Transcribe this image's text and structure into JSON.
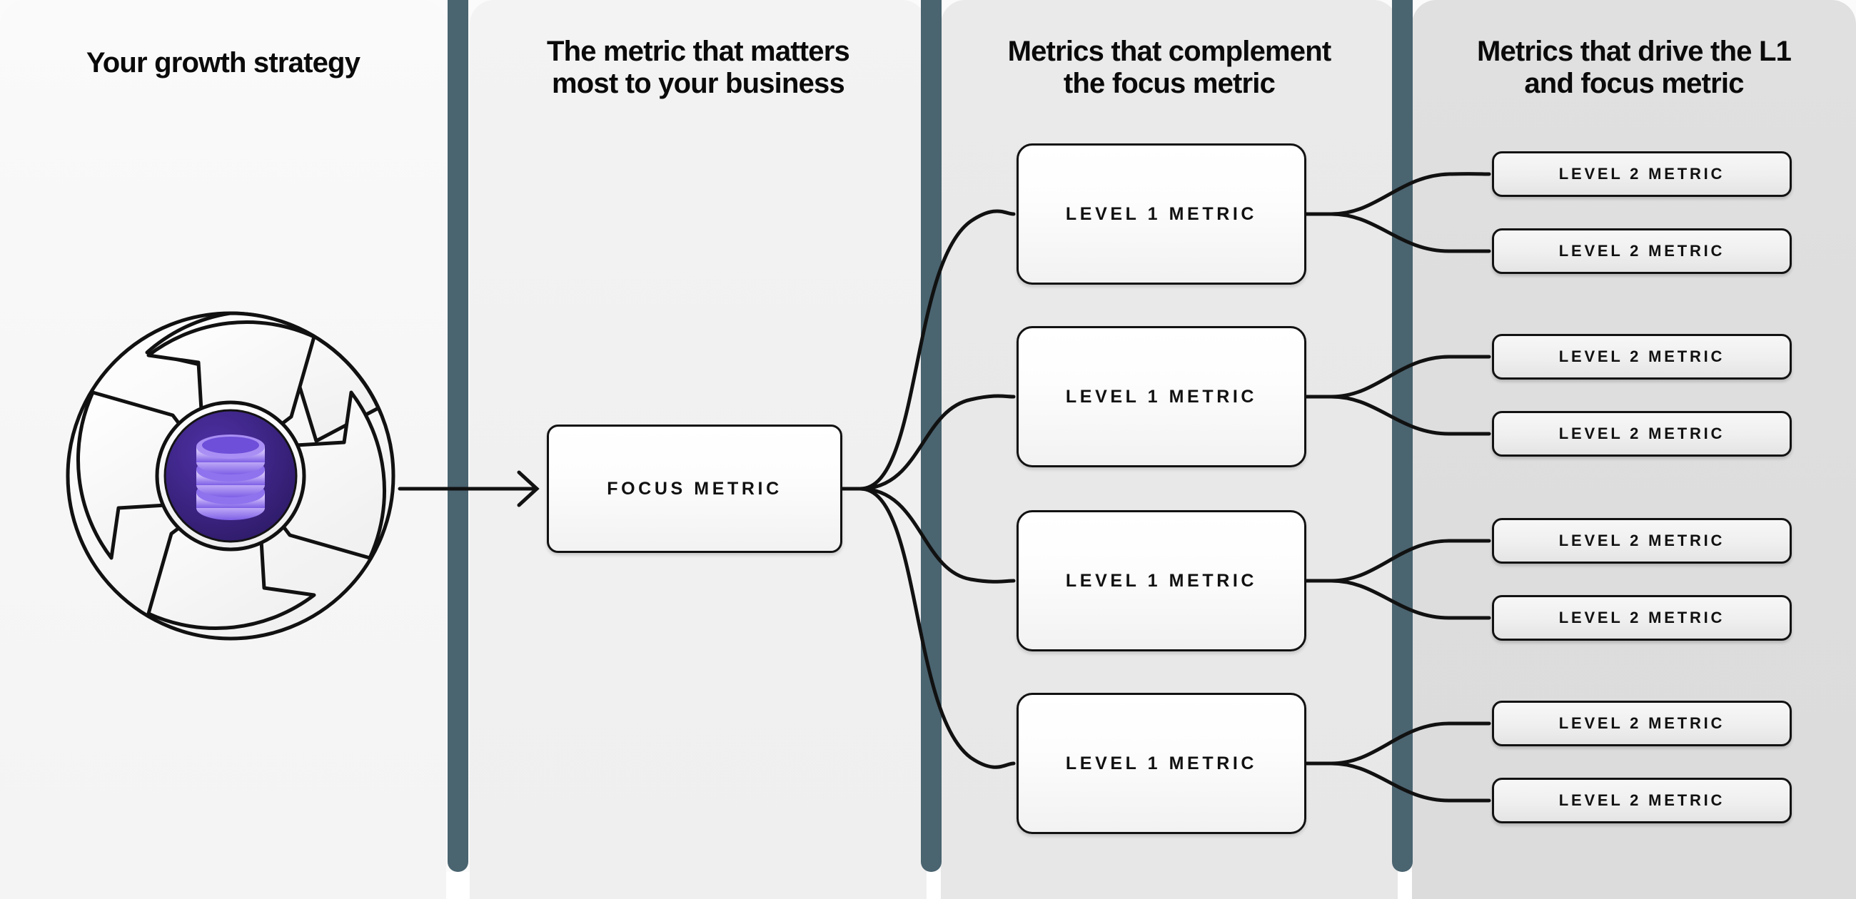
{
  "theme": {
    "divider_color": "#4a6470",
    "panel_1_bg": "#f7f7f7",
    "panel_2_bg": "#f1f1f1",
    "panel_3_bg": "#e8e8e8",
    "panel_4_bg": "#dedede",
    "box_border": "#121212",
    "logo_core_color": "#3b2380",
    "logo_icon_color": "#b9a6f7",
    "line_color": "#111111"
  },
  "columns": [
    {
      "id": "growth-strategy",
      "title": "Your growth strategy"
    },
    {
      "id": "focus-metric",
      "title": "The metric that matters\nmost to your business"
    },
    {
      "id": "level-1",
      "title": "Metrics that complement\nthe focus metric"
    },
    {
      "id": "level-2",
      "title": "Metrics that drive the L1\nand focus metric"
    }
  ],
  "logo": {
    "name": "growth-strategy-pinwheel",
    "icon": "database-icon",
    "core_color": "#3b2380",
    "icon_color": "#b9a6f7"
  },
  "focus_metric": {
    "label": "FOCUS METRIC"
  },
  "level_1_metrics": [
    {
      "label": "LEVEL 1 METRIC"
    },
    {
      "label": "LEVEL 1 METRIC"
    },
    {
      "label": "LEVEL 1 METRIC"
    },
    {
      "label": "LEVEL 1 METRIC"
    }
  ],
  "level_2_metrics": [
    {
      "label": "LEVEL 2 METRIC"
    },
    {
      "label": "LEVEL 2 METRIC"
    },
    {
      "label": "LEVEL 2 METRIC"
    },
    {
      "label": "LEVEL 2 METRIC"
    },
    {
      "label": "LEVEL 2 METRIC"
    },
    {
      "label": "LEVEL 2 METRIC"
    },
    {
      "label": "LEVEL 2 METRIC"
    },
    {
      "label": "LEVEL 2 METRIC"
    }
  ],
  "connectors": {
    "strategy_to_focus": "arrow-right",
    "focus_to_level1": "curved-fan",
    "level1_to_level2": "curved-fan"
  }
}
